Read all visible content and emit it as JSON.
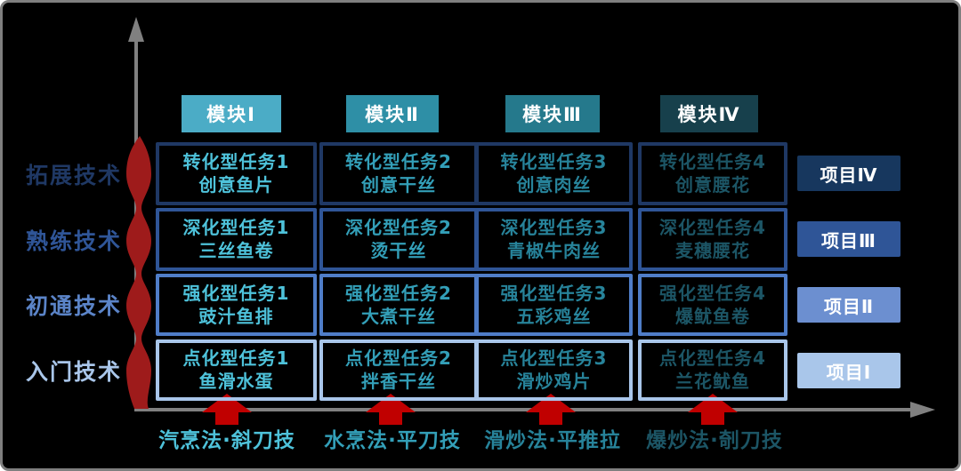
{
  "frame": {
    "background": "#000000",
    "border_color": "#7F7F7F"
  },
  "axes": {
    "color": "#808080"
  },
  "progress_ribbon": {
    "color": "#9E1B1B"
  },
  "column_arrows": {
    "color": "#C00000"
  },
  "modules": [
    {
      "label": "模块Ⅰ",
      "bg": "#4BACC6"
    },
    {
      "label": "模块Ⅱ",
      "bg": "#2E8FA6"
    },
    {
      "label": "模块Ⅲ",
      "bg": "#25798C"
    },
    {
      "label": "模块Ⅳ",
      "bg": "#17404C"
    }
  ],
  "levels": [
    {
      "label": "拓展技术",
      "color": "#1F3864"
    },
    {
      "label": "熟练技术",
      "color": "#2F5597"
    },
    {
      "label": "初通技术",
      "color": "#5B84C8"
    },
    {
      "label": "入门技术",
      "color": "#A9C6EA"
    }
  ],
  "projects": [
    {
      "label": "项目Ⅳ",
      "bg": "#17375E",
      "fg": "#FFFFFF"
    },
    {
      "label": "项目Ⅲ",
      "bg": "#2F5597",
      "fg": "#FFFFFF"
    },
    {
      "label": "项目Ⅱ",
      "bg": "#6C8FD0",
      "fg": "#FFFFFF"
    },
    {
      "label": "项目Ⅰ",
      "bg": "#A9C6EA",
      "fg": "#FFFFFF"
    }
  ],
  "grid": {
    "column_text_colors": [
      "#4EC2DA",
      "#339FB8",
      "#27839A",
      "#1C5565"
    ],
    "row_border_colors": [
      "#1F3864",
      "#2F5597",
      "#4F7DC8",
      "#A9C6EA"
    ],
    "rows": [
      {
        "cells": [
          {
            "line1": "转化型任务1",
            "line2": "创意鱼片"
          },
          {
            "line1": "转化型任务2",
            "line2": "创意干丝"
          },
          {
            "line1": "转化型任务3",
            "line2": "创意肉丝"
          },
          {
            "line1": "转化型任务4",
            "line2": "创意腰花"
          }
        ]
      },
      {
        "cells": [
          {
            "line1": "深化型任务1",
            "line2": "三丝鱼卷"
          },
          {
            "line1": "深化型任务2",
            "line2": "烫干丝"
          },
          {
            "line1": "深化型任务3",
            "line2": "青椒牛肉丝"
          },
          {
            "line1": "深化型任务4",
            "line2": "麦穗腰花"
          }
        ]
      },
      {
        "cells": [
          {
            "line1": "强化型任务1",
            "line2": "豉汁鱼排"
          },
          {
            "line1": "强化型任务2",
            "line2": "大煮干丝"
          },
          {
            "line1": "强化型任务3",
            "line2": "五彩鸡丝"
          },
          {
            "line1": "强化型任务4",
            "line2": "爆鱿鱼卷"
          }
        ]
      },
      {
        "cells": [
          {
            "line1": "点化型任务1",
            "line2": "鱼滑水蛋"
          },
          {
            "line1": "点化型任务2",
            "line2": "拌香干丝"
          },
          {
            "line1": "点化型任务3",
            "line2": "滑炒鸡片"
          },
          {
            "line1": "点化型任务4",
            "line2": "兰花鱿鱼"
          }
        ]
      }
    ]
  },
  "methods": [
    {
      "label": "汽烹法·斜刀技"
    },
    {
      "label": "水烹法·平刀技"
    },
    {
      "label": "滑炒法·平推拉"
    },
    {
      "label": "爆炒法·剞刀技"
    }
  ]
}
